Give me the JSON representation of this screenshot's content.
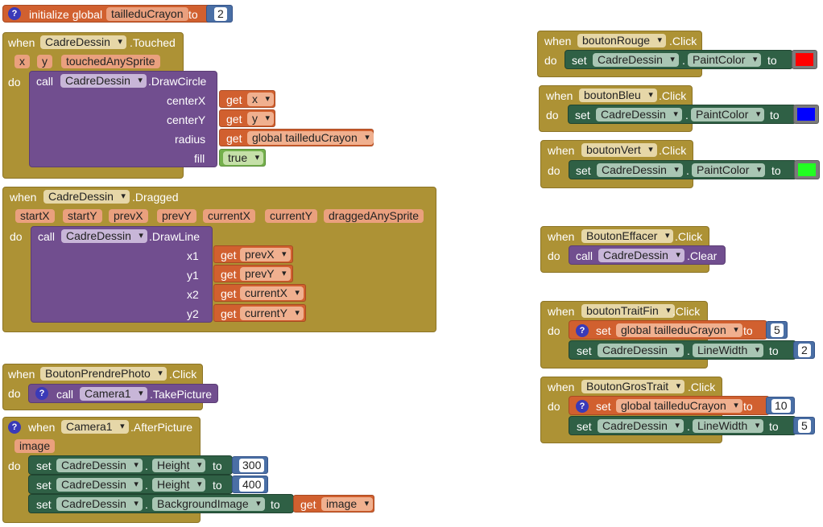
{
  "kw": {
    "when": "when",
    "do": "do",
    "call": "call",
    "set": "set",
    "get": "get",
    "to": "to",
    "init": "initialize global",
    "dot": ".",
    "q": "?"
  },
  "colors": {
    "red": "#ff0000",
    "blue": "#0000ff",
    "green": "#22ff22"
  },
  "init_global": {
    "name": "tailleduCrayon",
    "value": "2"
  },
  "touched": {
    "component": "CadreDessin",
    "event": ".Touched",
    "params": [
      "x",
      "y",
      "touchedAnySprite"
    ],
    "method": ".DrawCircle",
    "args": [
      "centerX",
      "centerY",
      "radius",
      "fill"
    ],
    "values": [
      "x",
      "y",
      "global tailleduCrayon",
      "true"
    ]
  },
  "dragged": {
    "component": "CadreDessin",
    "event": ".Dragged",
    "params": [
      "startX",
      "startY",
      "prevX",
      "prevY",
      "currentX",
      "currentY",
      "draggedAnySprite"
    ],
    "method": ".DrawLine",
    "args": [
      "x1",
      "y1",
      "x2",
      "y2"
    ],
    "values": [
      "prevX",
      "prevY",
      "currentX",
      "currentY"
    ]
  },
  "photo": {
    "component": "BoutonPrendrePhoto",
    "event": ".Click",
    "target": "Camera1",
    "method": ".TakePicture"
  },
  "after": {
    "component": "Camera1",
    "event": ".AfterPicture",
    "param": "image",
    "sets": [
      {
        "comp": "CadreDessin",
        "prop": "Height",
        "value": "300"
      },
      {
        "comp": "CadreDessin",
        "prop": "Height",
        "value": "400"
      },
      {
        "comp": "CadreDessin",
        "prop": "BackgroundImage",
        "value": "image"
      }
    ]
  },
  "rouge": {
    "component": "boutonRouge",
    "event": ".Click",
    "comp": "CadreDessin",
    "prop": "PaintColor"
  },
  "bleu": {
    "component": "boutonBleu",
    "event": ".Click",
    "comp": "CadreDessin",
    "prop": "PaintColor"
  },
  "vert": {
    "component": "boutonVert",
    "event": ".Click",
    "comp": "CadreDessin",
    "prop": "PaintColor"
  },
  "effacer": {
    "component": "BoutonEffacer",
    "event": ".Click",
    "target": "CadreDessin",
    "method": ".Clear"
  },
  "fin": {
    "component": "boutonTraitFin",
    "event": ".Click",
    "global": "global tailleduCrayon",
    "gval": "5",
    "comp": "CadreDessin",
    "prop": "LineWidth",
    "pval": "2"
  },
  "gros": {
    "component": "BoutonGrosTrait",
    "event": ".Click",
    "global": "global tailleduCrayon",
    "gval": "10",
    "comp": "CadreDessin",
    "prop": "LineWidth",
    "pval": "5"
  }
}
